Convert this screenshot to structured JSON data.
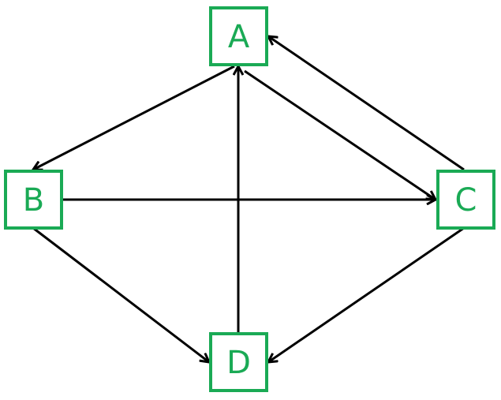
{
  "colors": {
    "node": "#1aaa55",
    "edge": "#000000"
  },
  "nodes": [
    {
      "id": "A",
      "label": "A"
    },
    {
      "id": "B",
      "label": "B"
    },
    {
      "id": "C",
      "label": "C"
    },
    {
      "id": "D",
      "label": "D"
    }
  ],
  "edges": [
    {
      "from": "A",
      "to": "B"
    },
    {
      "from": "A",
      "to": "C"
    },
    {
      "from": "C",
      "to": "A"
    },
    {
      "from": "B",
      "to": "C"
    },
    {
      "from": "B",
      "to": "D"
    },
    {
      "from": "C",
      "to": "D"
    },
    {
      "from": "D",
      "to": "A"
    }
  ]
}
